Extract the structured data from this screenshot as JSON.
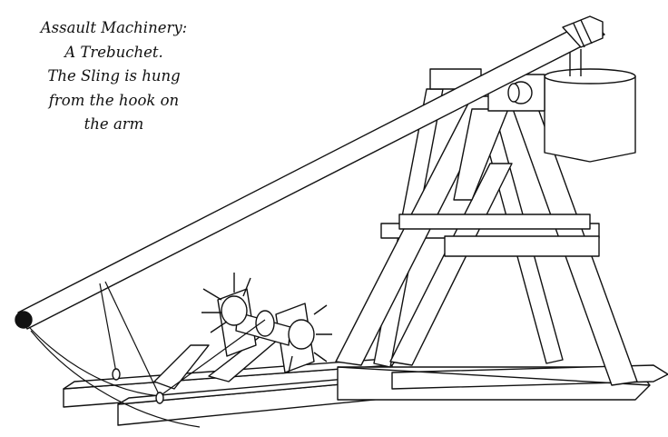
{
  "caption": {
    "lines": [
      "Assault Machinery:",
      "A Trebuchet.",
      "The Sling is hung",
      "from the hook on",
      "the arm"
    ]
  },
  "colors": {
    "ink": "#111111",
    "paper": "#ffffff"
  }
}
